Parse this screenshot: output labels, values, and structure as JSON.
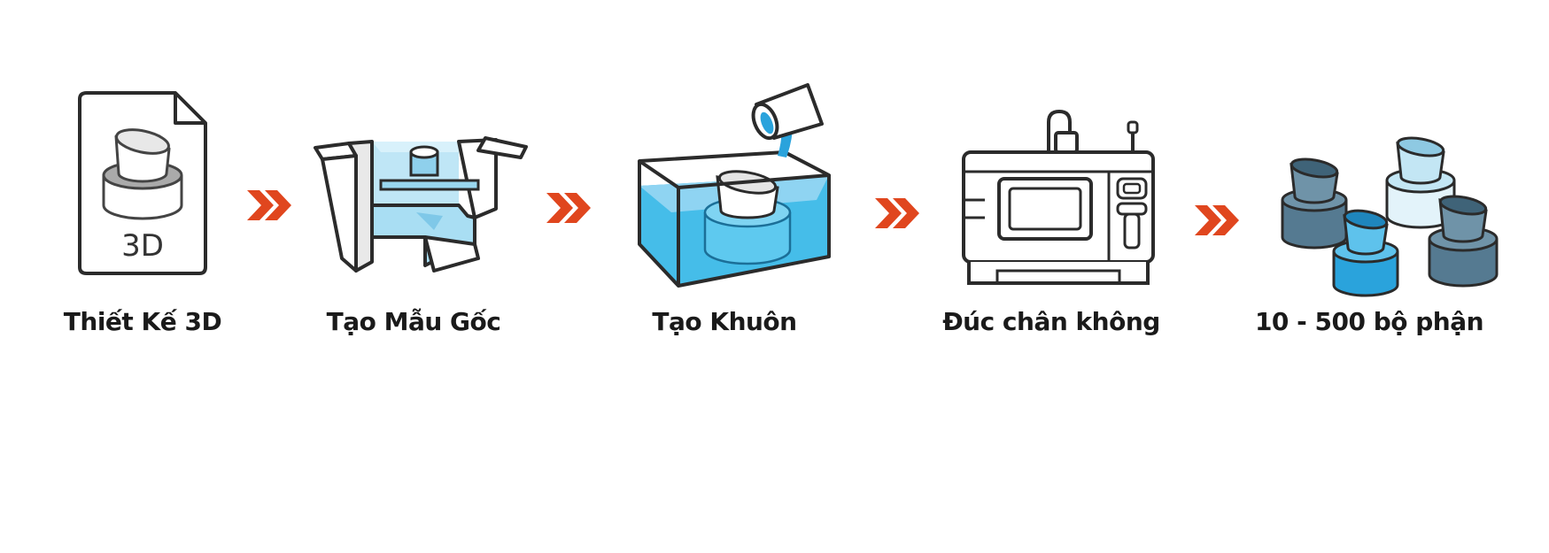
{
  "colors": {
    "arrow": "#e0461e",
    "outline": "#2b2b2b",
    "water_light": "#aee2f6",
    "water": "#45bde9",
    "part_dark": "#557a91",
    "part_light": "#c3e6f4",
    "part_blue": "#2aa3dc"
  },
  "steps": [
    {
      "label": "Thiết Kế 3D",
      "icon": "3d-file-icon",
      "icon_text": "3D"
    },
    {
      "label": "Tạo Mẫu Gốc",
      "icon": "master-pattern-icon"
    },
    {
      "label": "Tạo Khuôn",
      "icon": "silicone-mold-icon"
    },
    {
      "label": "Đúc chân không",
      "icon": "vacuum-casting-machine-icon"
    },
    {
      "label": "10 - 500 bộ phận",
      "icon": "cast-parts-icon"
    }
  ],
  "arrow_icon": "double-chevron-right-icon"
}
